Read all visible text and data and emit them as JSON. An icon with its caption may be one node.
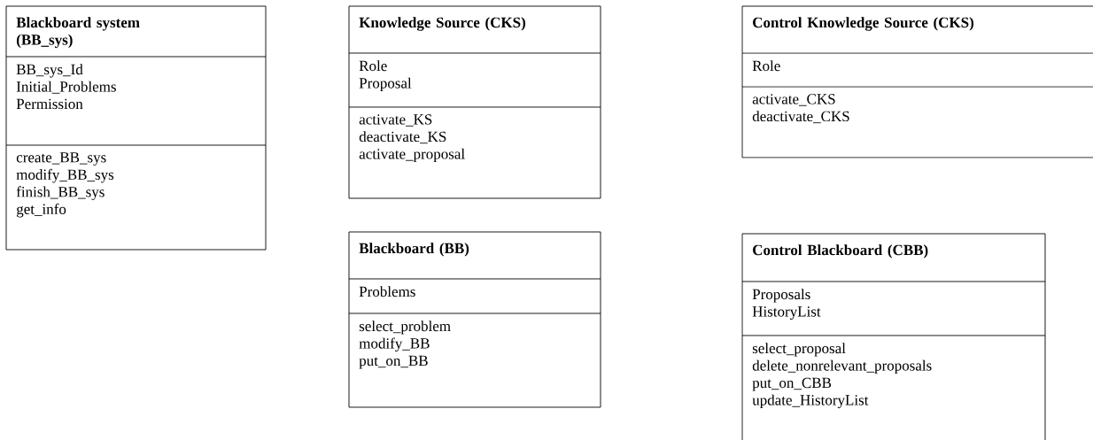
{
  "diagram": {
    "nodes": [
      {
        "text": [
          "Blackboard system (BB_sys)"
        ]
      },
      {
        "text": [
          "BB_sys_Id",
          "Initial_Problems",
          "Permission"
        ],
        "in": 0
      },
      {
        "text": [
          "create_BB_sys",
          "modify_BB_sys",
          "finish_BB_sys",
          "get_info"
        ],
        "in": 0
      },
      {
        "text": [
          "Knowledge Source (CKS)"
        ]
      },
      {
        "text": [
          "Role",
          "Proposal"
        ],
        "in": 3
      },
      {
        "text": [
          "activate_KS",
          "deactivate_KS",
          "activate_proposal"
        ],
        "in": 3
      },
      {
        "text": [
          "Control Knowledge Source (CKS)"
        ]
      },
      {
        "text": [
          "Role"
        ],
        "in": 6
      },
      {
        "text": [
          "activate_CKS",
          "deactivate_CKS"
        ],
        "in": 6
      },
      {
        "text": [
          "Blackboard (BB)"
        ]
      },
      {
        "text": [
          "Problems"
        ],
        "in": 9
      },
      {
        "text": [
          "select_problem",
          "modify_BB",
          "put_on_BB"
        ],
        "in": 9
      },
      {
        "text": [
          "Control Blackboard (CBB)"
        ]
      },
      {
        "text": [
          "Proposals",
          "HistoryList"
        ],
        "in": 12
      },
      {
        "text": [
          "select_proposal",
          "delete_nonrelevant_proposals",
          "put_on_CBB",
          "update_HistoryList"
        ],
        "in": 12
      }
    ]
  }
}
